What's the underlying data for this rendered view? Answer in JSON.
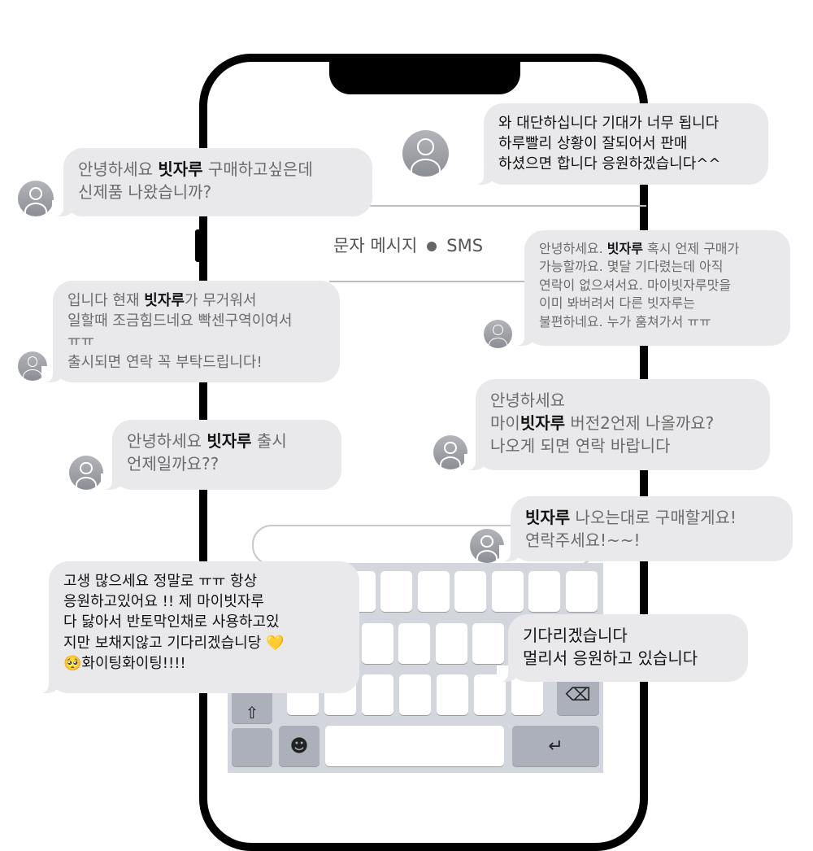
{
  "header": {
    "service_label": "문자 메시지",
    "service_type": "SMS"
  },
  "colors": {
    "bubble": "#e9e9eb",
    "frame": "#000000",
    "keyboard": "#d3d6dc",
    "muted_text": "#6b6b6b"
  },
  "keyboard": {
    "emoji_icon": "smiley-face-icon",
    "shift_icon": "shift-arrow-icon",
    "delete_icon": "backspace-icon",
    "return_icon": "return-arrow-icon",
    "shift_glyph": "⇧",
    "delete_glyph": "⌫",
    "emoji_glyph": "☻",
    "return_glyph": "↵"
  },
  "messages": [
    {
      "id": "m1",
      "style": "muted",
      "segments": [
        {
          "text": "안녕하세요 "
        },
        {
          "text": "빗자루",
          "bold": true
        },
        {
          "text": " 구매하고싶은데\n신제품 나왔습니까?"
        }
      ]
    },
    {
      "id": "m2",
      "style": "dark",
      "segments": [
        {
          "text": "와 대단하십니다 기대가 너무 됩니다\n하루빨리 상황이 잘되어서 판매\n하셨으면 합니다 응원하겠습니다^^"
        }
      ]
    },
    {
      "id": "m3",
      "style": "muted",
      "segments": [
        {
          "text": "안녕하세요. "
        },
        {
          "text": "빗자루",
          "bold": true
        },
        {
          "text": " 혹시 언제 구매가\n가능할까요. 몇달 기다렸는데 아직\n연락이 없으셔서요. 마이빗자루맛을\n이미 봐버려서 다른 빗자루는\n불편하네요. 누가 훔쳐가서 ㅠㅠ"
        }
      ]
    },
    {
      "id": "m4",
      "style": "muted",
      "segments": [
        {
          "text": "입니다 현재 "
        },
        {
          "text": "빗자루",
          "bold": true
        },
        {
          "text": "가 무거워서\n일할때 조금힘드네요 빡센구역이여서\nㅠㅠ\n출시되면 연락 꼭 부탁드립니다!"
        }
      ]
    },
    {
      "id": "m5",
      "style": "muted",
      "segments": [
        {
          "text": "안녕하세요\n마이"
        },
        {
          "text": "빗자루",
          "bold": true
        },
        {
          "text": " 버전2언제 나올까요?\n나오게 되면 연락 바랍니다"
        }
      ]
    },
    {
      "id": "m6",
      "style": "muted",
      "segments": [
        {
          "text": "안녕하세요 "
        },
        {
          "text": "빗자루",
          "bold": true
        },
        {
          "text": " 출시\n언제일까요??"
        }
      ]
    },
    {
      "id": "m7",
      "style": "muted",
      "segments": [
        {
          "text": "빗자루",
          "bold": true
        },
        {
          "text": " 나오는대로 구매할게요!\n연락주세요!~~!"
        }
      ]
    },
    {
      "id": "m8",
      "style": "dark",
      "segments": [
        {
          "text": "고생 많으세요 정말로 ㅠㅠ 항상\n응원하고있어요 !! 제 마이빗자루\n다 닳아서 반토막인채로 사용하고있\n지만 보채지않고 기다리겠습니당 💛\n🥺화이팅화이팅!!!!"
        }
      ]
    },
    {
      "id": "m9",
      "style": "dark",
      "segments": [
        {
          "text": "기다리겠습니다\n멀리서 응원하고 있습니다"
        }
      ]
    }
  ]
}
